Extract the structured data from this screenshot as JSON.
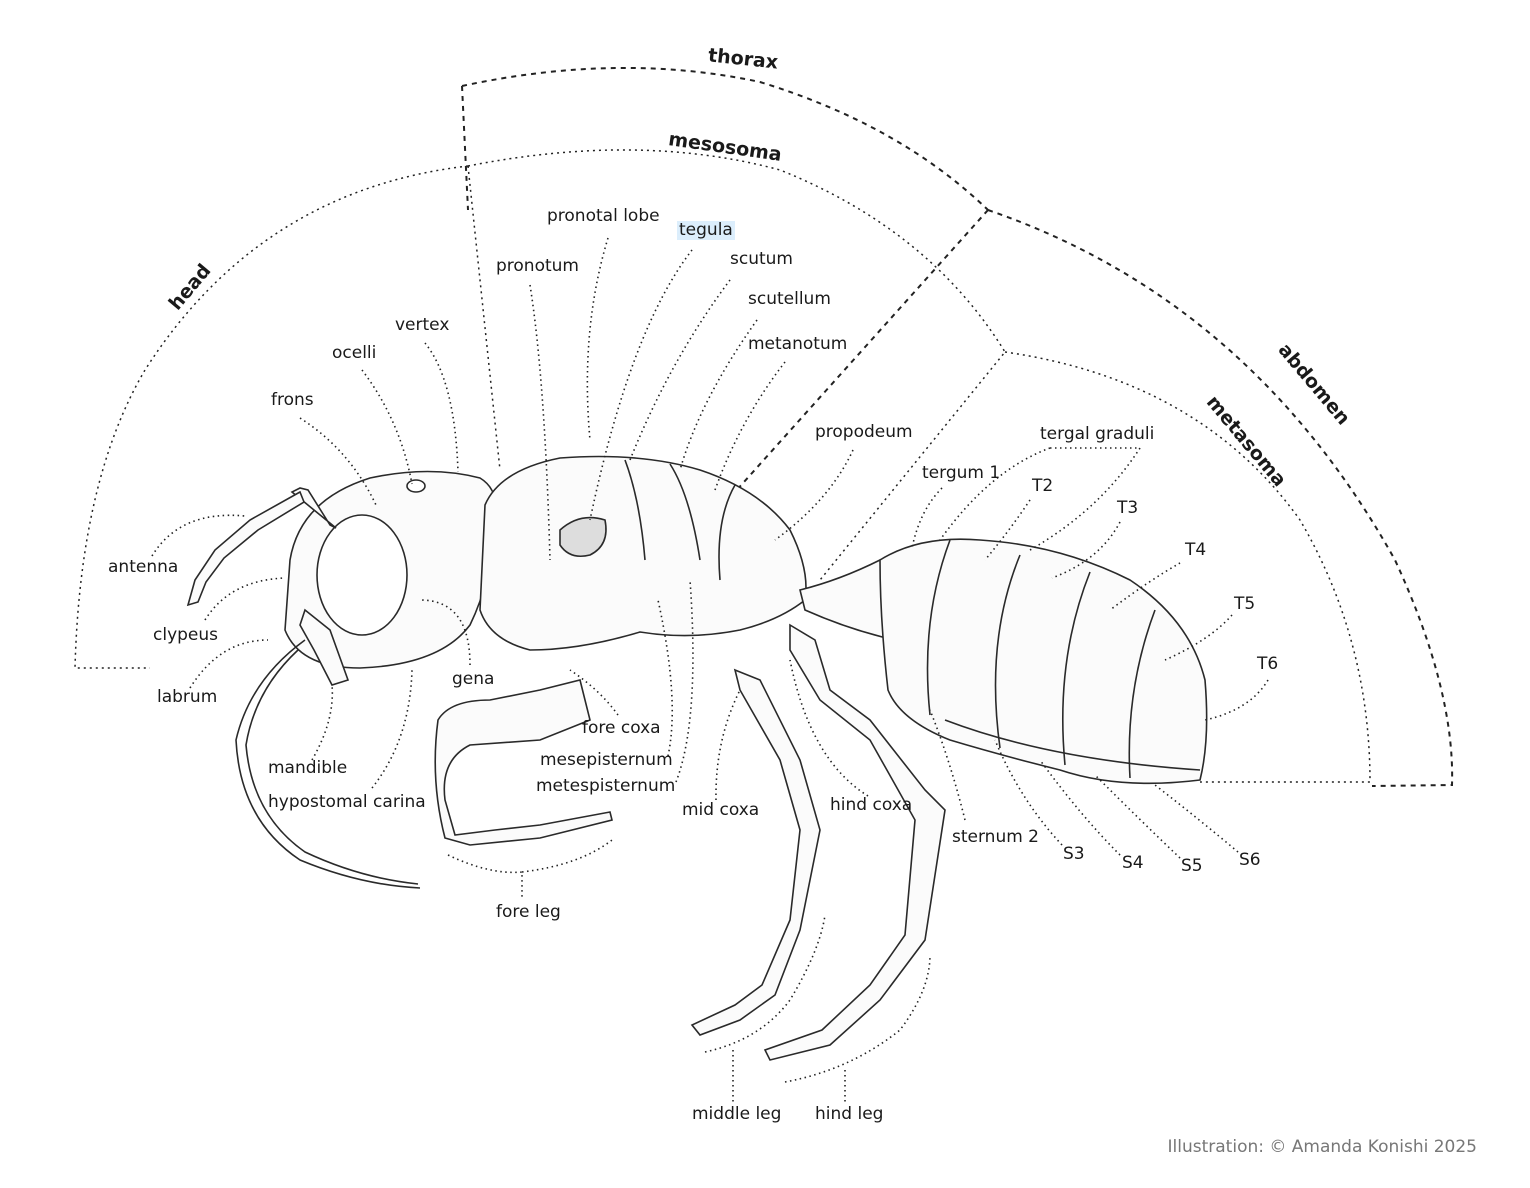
{
  "regions": {
    "thorax": "thorax",
    "mesosoma": "mesosoma",
    "head": "head",
    "abdomen": "abdomen",
    "metasoma": "metasoma"
  },
  "labels": {
    "pronotal_lobe": "pronotal lobe",
    "tegula": "tegula",
    "pronotum": "pronotum",
    "scutum": "scutum",
    "scutellum": "scutellum",
    "metanotum": "metanotum",
    "propodeum": "propodeum",
    "vertex": "vertex",
    "ocelli": "ocelli",
    "frons": "frons",
    "antenna": "antenna",
    "clypeus": "clypeus",
    "labrum": "labrum",
    "gena": "gena",
    "mandible": "mandible",
    "hypostomal_carina": "hypostomal carina",
    "fore_coxa": "fore coxa",
    "mesepisternum": "mesepisternum",
    "metespisternum": "metespisternum",
    "mid_coxa": "mid coxa",
    "hind_coxa": "hind coxa",
    "fore_leg": "fore leg",
    "middle_leg": "middle leg",
    "hind_leg": "hind leg",
    "tergal_graduli": "tergal graduli",
    "tergum_1": "tergum 1",
    "t2": "T2",
    "t3": "T3",
    "t4": "T4",
    "t5": "T5",
    "t6": "T6",
    "sternum_2": "sternum 2",
    "s3": "S3",
    "s4": "S4",
    "s5": "S5",
    "s6": "S6"
  },
  "selected_label": "tegula",
  "credit": "Illustration: © Amanda Konishi 2025"
}
